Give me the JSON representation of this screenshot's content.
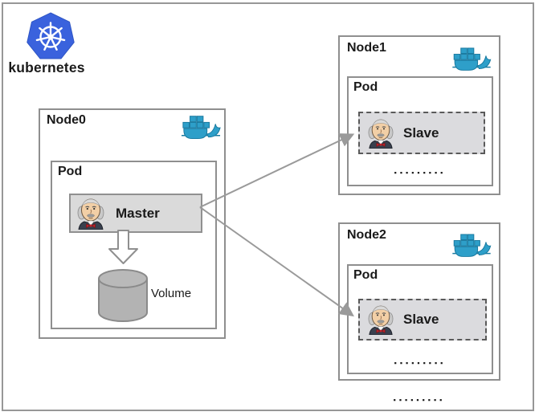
{
  "branding": {
    "kubernetes_label": "kubernetes",
    "kubernetes_icon": "kubernetes-wheel-logo",
    "docker_icon": "docker-whale",
    "jenkins_icon": "jenkins-butler"
  },
  "colors": {
    "kubernetes_blue": "#3A62DD",
    "docker_teal": "#2E9FC9",
    "master_slave_fill_gray": "#DADADA",
    "box_border_gray": "#8F8F8F",
    "arrow_gray": "#9A9A9A",
    "volume_cylinder_gray": "#B3B3B3",
    "jenkins_bowtie_red": "#C0242B"
  },
  "node0": {
    "label": "Node0",
    "pod_label": "Pod",
    "master_label": "Master",
    "volume_label": "Volume"
  },
  "node1": {
    "label": "Node1",
    "pod_label": "Pod",
    "slave_label": "Slave",
    "dots": "▪▪▪▪▪▪▪▪▪"
  },
  "node2": {
    "label": "Node2",
    "pod_label": "Pod",
    "slave_label": "Slave",
    "dots": "▪▪▪▪▪▪▪▪▪"
  },
  "footer_dots": "▪▪▪▪▪▪▪▪▪"
}
